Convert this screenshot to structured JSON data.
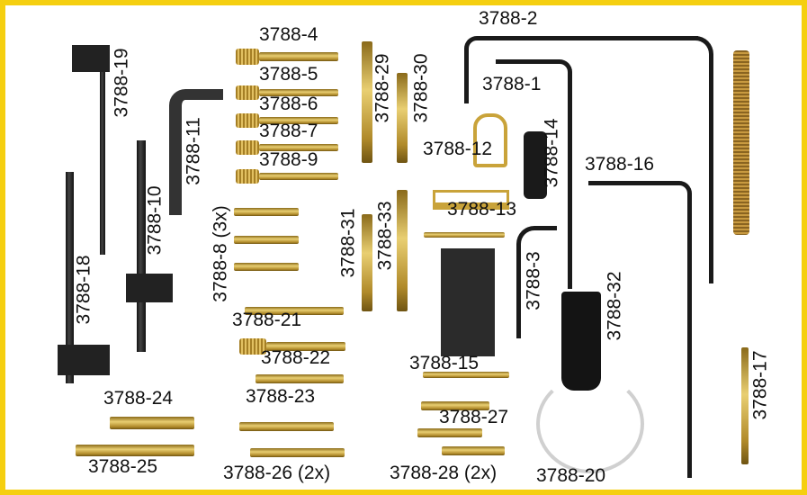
{
  "labels": {
    "p19": "3788-19",
    "p11": "3788-11",
    "p10": "3788-10",
    "p18": "3788-18",
    "p4": "3788-4",
    "p5": "3788-5",
    "p6": "3788-6",
    "p7": "3788-7",
    "p9": "3788-9",
    "p8": "3788-8 (3x)",
    "p29": "3788-29",
    "p30": "3788-30",
    "p2": "3788-2",
    "p1": "3788-1",
    "p12": "3788-12",
    "p14": "3788-14",
    "p16": "3788-16",
    "p13": "3788-13",
    "p31": "3788-31",
    "p33": "3788-33",
    "p3": "3788-3",
    "p32": "3788-32",
    "p21": "3788-21",
    "p22": "3788-22",
    "p15": "3788-15",
    "p23": "3788-23",
    "p24": "3788-24",
    "p27": "3788-27",
    "p17": "3788-17",
    "p25": "3788-25",
    "p26": "3788-26 (2x)",
    "p28": "3788-28 (2x)",
    "p20": "3788-20"
  },
  "colors": {
    "border": "#f5cf10",
    "brass": "#d8b450",
    "steel": "#1a1a1a"
  }
}
